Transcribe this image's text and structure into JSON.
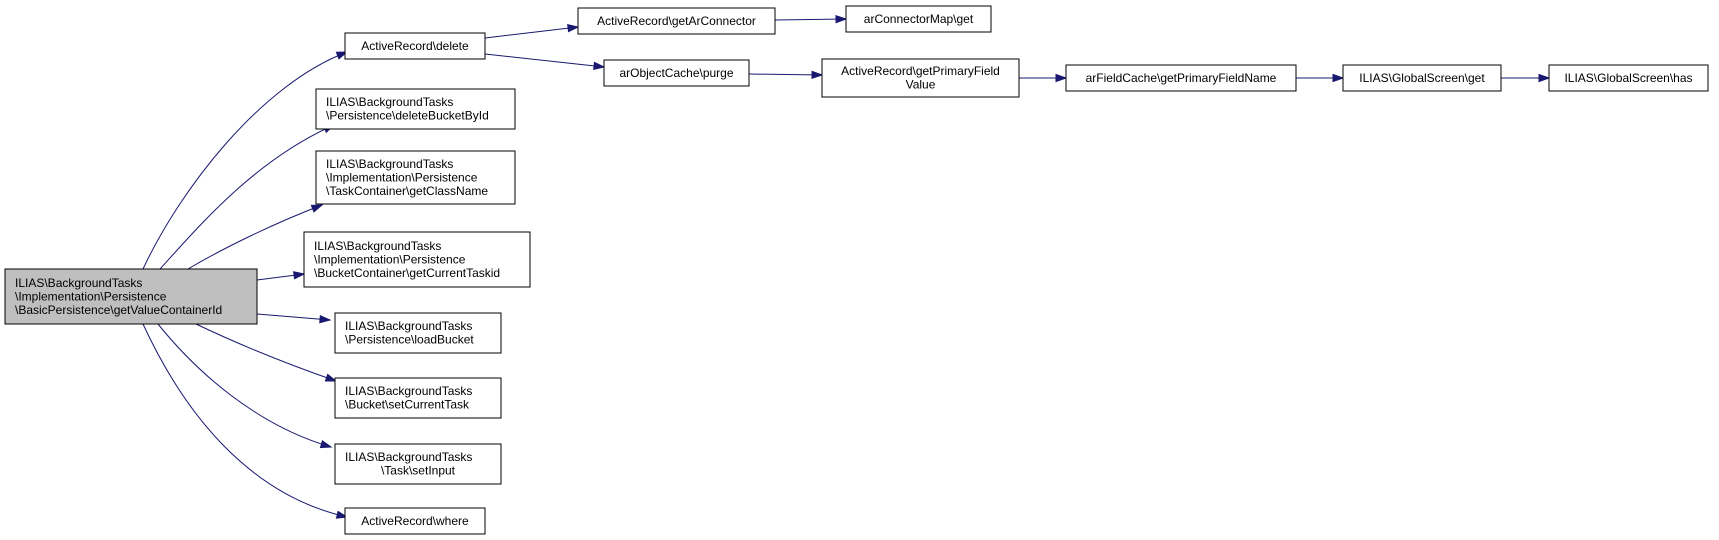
{
  "graph": {
    "title": "",
    "edge_color": "#191970",
    "root_fill": "#bfbfbf",
    "nodes": [
      {
        "id": "root",
        "lines": [
          "ILIAS\\BackgroundTasks",
          "\\Implementation\\Persistence",
          "\\BasicPersistence\\getValueContainerId"
        ],
        "root": true
      },
      {
        "id": "ar_delete",
        "lines": [
          "ActiveRecord\\delete"
        ]
      },
      {
        "id": "delete_bucket",
        "lines": [
          "ILIAS\\BackgroundTasks",
          "\\Persistence\\deleteBucketById"
        ]
      },
      {
        "id": "get_class_name",
        "lines": [
          "ILIAS\\BackgroundTasks",
          "\\Implementation\\Persistence",
          "\\TaskContainer\\getClassName"
        ]
      },
      {
        "id": "get_current_taskid",
        "lines": [
          "ILIAS\\BackgroundTasks",
          "\\Implementation\\Persistence",
          "\\BucketContainer\\getCurrentTaskid"
        ]
      },
      {
        "id": "load_bucket",
        "lines": [
          "ILIAS\\BackgroundTasks",
          "\\Persistence\\loadBucket"
        ]
      },
      {
        "id": "set_current_task",
        "lines": [
          "ILIAS\\BackgroundTasks",
          "\\Bucket\\setCurrentTask"
        ]
      },
      {
        "id": "set_input",
        "lines": [
          "ILIAS\\BackgroundTasks",
          "\\Task\\setInput"
        ]
      },
      {
        "id": "ar_where",
        "lines": [
          "ActiveRecord\\where"
        ]
      },
      {
        "id": "get_ar_connector",
        "lines": [
          "ActiveRecord\\getArConnector"
        ]
      },
      {
        "id": "ar_connector_map_get",
        "lines": [
          "arConnectorMap\\get"
        ]
      },
      {
        "id": "cache_purge",
        "lines": [
          "arObjectCache\\purge"
        ]
      },
      {
        "id": "get_primary_field_value",
        "lines": [
          "ActiveRecord\\getPrimaryField",
          "Value"
        ]
      },
      {
        "id": "get_primary_field_name",
        "lines": [
          "arFieldCache\\getPrimaryFieldName"
        ]
      },
      {
        "id": "global_screen_get",
        "lines": [
          "ILIAS\\GlobalScreen\\get"
        ]
      },
      {
        "id": "global_screen_has",
        "lines": [
          "ILIAS\\GlobalScreen\\has"
        ]
      }
    ],
    "edges": [
      [
        "root",
        "ar_delete"
      ],
      [
        "root",
        "delete_bucket"
      ],
      [
        "root",
        "get_class_name"
      ],
      [
        "root",
        "get_current_taskid"
      ],
      [
        "root",
        "load_bucket"
      ],
      [
        "root",
        "set_current_task"
      ],
      [
        "root",
        "set_input"
      ],
      [
        "root",
        "ar_where"
      ],
      [
        "ar_delete",
        "get_ar_connector"
      ],
      [
        "ar_delete",
        "cache_purge"
      ],
      [
        "get_ar_connector",
        "ar_connector_map_get"
      ],
      [
        "cache_purge",
        "get_primary_field_value"
      ],
      [
        "get_primary_field_value",
        "get_primary_field_name"
      ],
      [
        "get_primary_field_name",
        "global_screen_get"
      ],
      [
        "global_screen_get",
        "global_screen_has"
      ]
    ]
  }
}
